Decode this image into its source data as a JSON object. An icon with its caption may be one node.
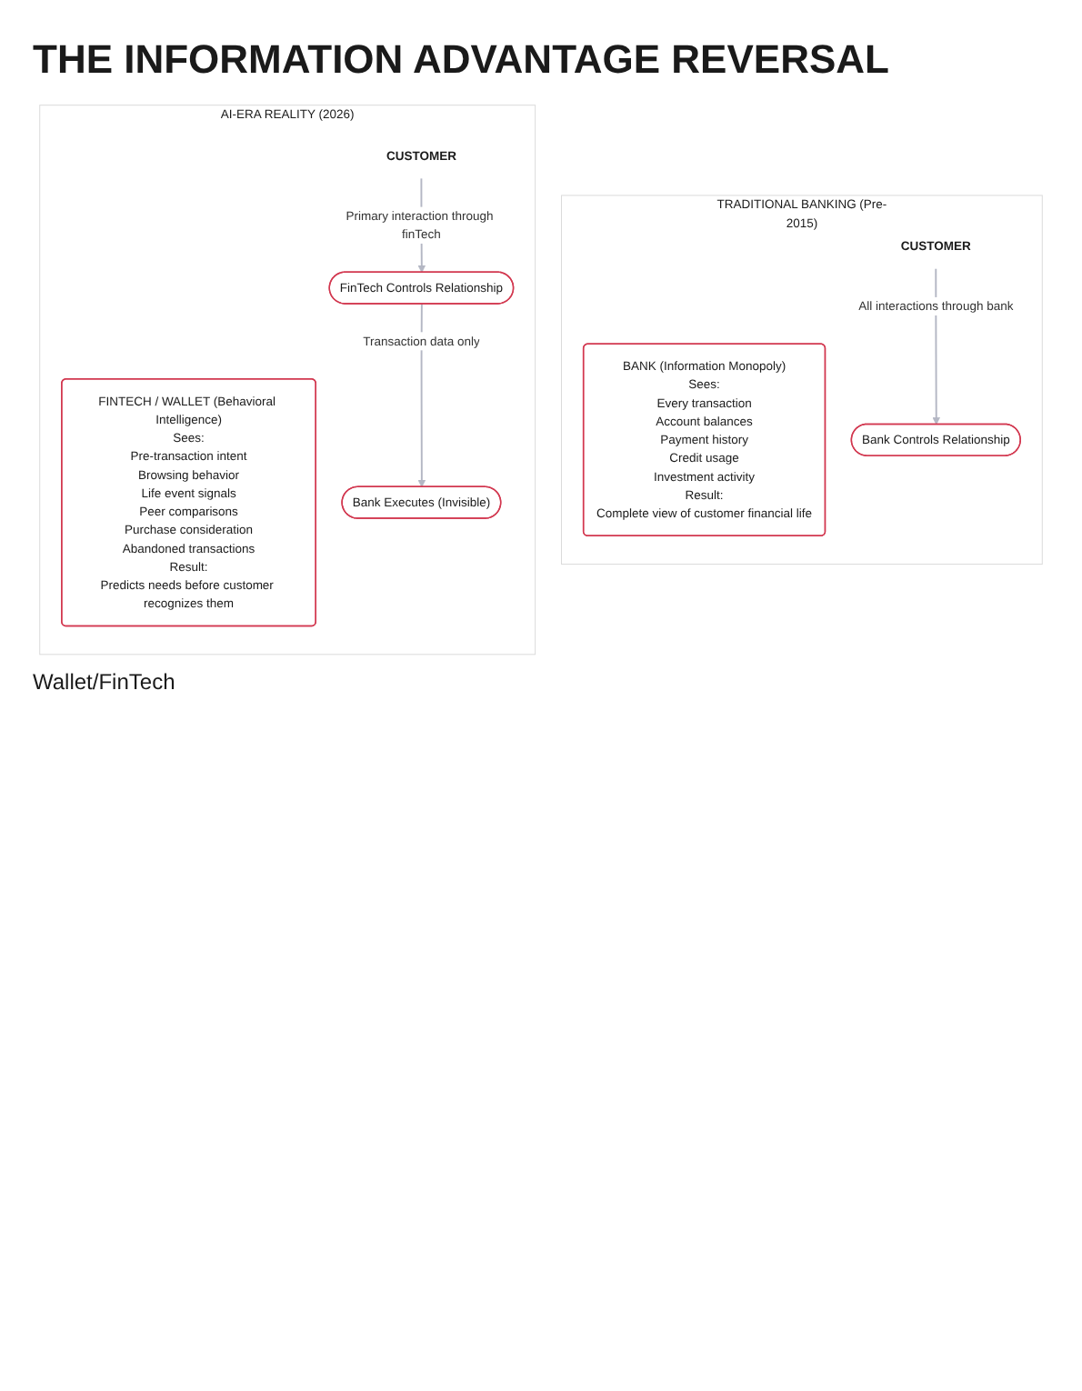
{
  "diagram": {
    "title": "THE INFORMATION ADVANTAGE REVERSAL",
    "nodes": [
      {
        "text": [
          "TRADITIONAL BANKING (Pre-2015)"
        ]
      },
      {
        "text": [
          "BANK (Information Monopoly)",
          "Sees:",
          "Every transaction",
          "Account balances",
          "Payment history",
          "Credit usage",
          "Investment activity",
          "Result:",
          "Complete view of customer financial life"
        ],
        "in": 0
      },
      {
        "text": [
          "CUSTOMER"
        ],
        "in": 0
      },
      {
        "text": [
          "Bank Controls Relationship"
        ],
        "in": 0
      },
      {
        "text": [
          "AI-ERA REALITY (2026)"
        ]
      },
      {
        "text": [
          "FINTECH / WALLET (Behavioral Intelligence)",
          "Sees:",
          "Pre-transaction intent",
          "Browsing behavior",
          "Life event signals",
          "Peer comparisons",
          "Purchase consideration",
          "Abandoned transactions",
          "Result:",
          "Predicts needs before customer recognizes them"
        ],
        "in": 4
      },
      {
        "text": [
          "CUSTOMER"
        ],
        "in": 4
      },
      {
        "text": [
          "FinTech Controls Relationship"
        ],
        "in": 4
      },
      {
        "text": [
          "Bank Executes (Invisible)"
        ],
        "in": 4
      }
    ],
    "edges": [
      {
        "from": 2,
        "to": 3,
        "arrow": "to",
        "label": "All interactions through bank"
      },
      {
        "from": 6,
        "to": 7,
        "arrow": "to",
        "label": "Primary interaction through finTech"
      },
      {
        "from": 7,
        "to": 8,
        "arrow": "to",
        "label": "Transaction data only"
      }
    ],
    "labels": [
      "Wallet/FinTech"
    ]
  }
}
